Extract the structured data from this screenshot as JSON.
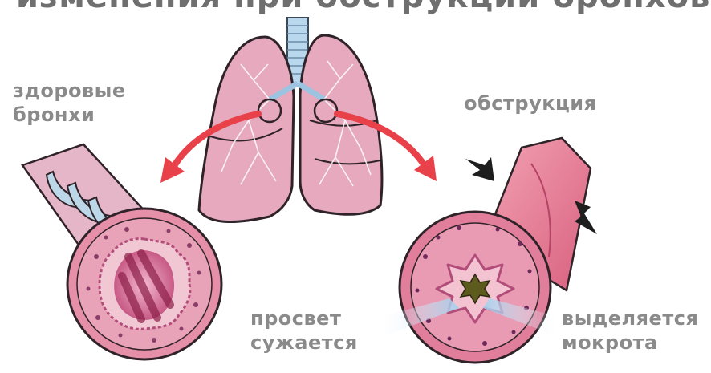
{
  "title": "изменения при обструкции бронхов",
  "labels": {
    "healthy_line1": "здоровые",
    "healthy_line2": "бронхи",
    "obstruction": "обструкция",
    "narrow_line1": "просвет",
    "narrow_line2": "сужается",
    "sputum_line1": "выделяется",
    "sputum_line2": "мокрота"
  },
  "colors": {
    "lung": "#e6a9bd",
    "lung_outline": "#3a2a33",
    "airway": "#9cc3e0",
    "arrow": "#e8414a",
    "bronchus_wall": "#e97f9c",
    "mucosa": "#c75a86",
    "lumen_dark": "#8c1f48",
    "sputum": "#5c5a1c",
    "beam": "#9fd0ee",
    "label_text": "#8a8a8a"
  },
  "icons": [
    "lungs-illustration",
    "healthy-bronchus-illustration",
    "obstructed-bronchus-illustration",
    "compression-arrow-icon"
  ]
}
